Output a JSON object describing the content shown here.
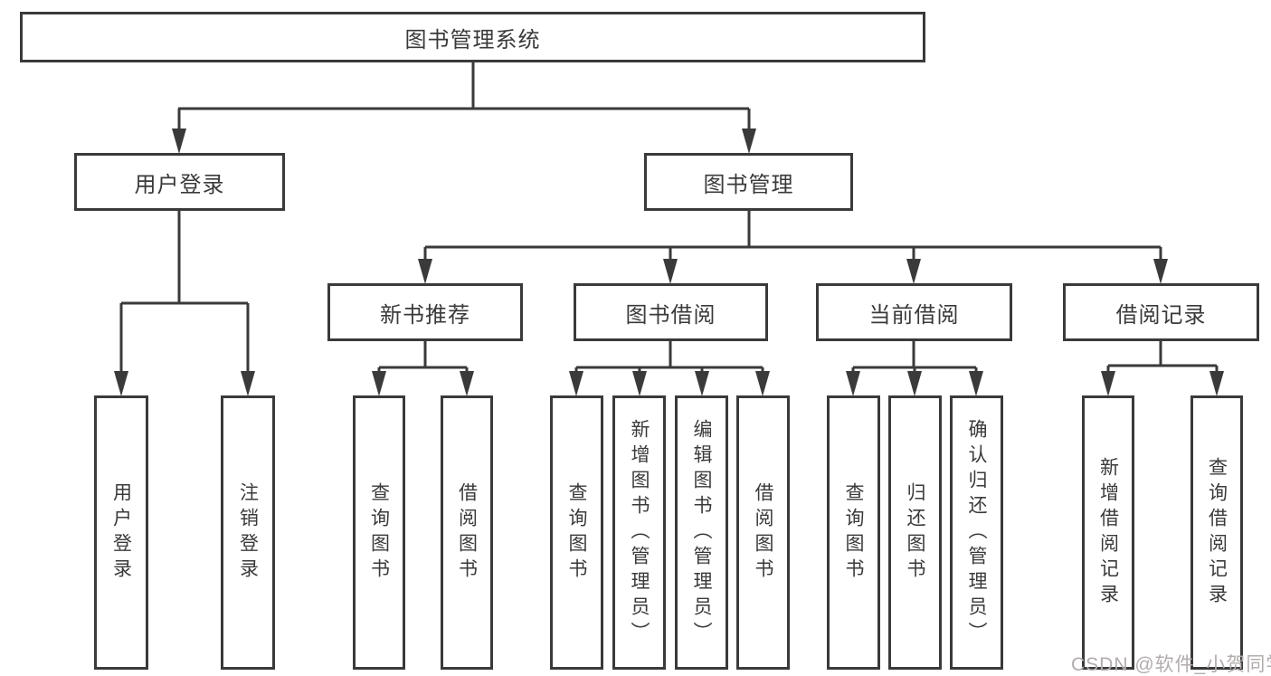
{
  "nodes": {
    "root": "图书管理系统",
    "user_login": "用户登录",
    "book_mgmt": "图书管理",
    "new_book_rec": "新书推荐",
    "book_borrow": "图书借阅",
    "current_borrow": "当前借阅",
    "borrow_records": "借阅记录",
    "ul_leaf_login": "用户登录",
    "ul_leaf_logout": "注销登录",
    "nbr_leaf_query": "查询图书",
    "nbr_leaf_borrow": "借阅图书",
    "bb_leaf_query": "查询图书",
    "bb_leaf_add": "新增图书（管理员）",
    "bb_leaf_edit": "编辑图书（管理员）",
    "bb_leaf_borrow": "借阅图书",
    "cb_leaf_query": "查询图书",
    "cb_leaf_return": "归还图书",
    "cb_leaf_confirm": "确认归还（管理员）",
    "br_leaf_add": "新增借阅记录",
    "br_leaf_query": "查询借阅记录"
  },
  "watermark": "CSDN @软件_小贺同学",
  "colors": {
    "line": "#3a3a3a",
    "text": "#3a3a3a",
    "box_fill": "#ffffff",
    "watermark": "#b3acac",
    "background": "#ffffff"
  }
}
